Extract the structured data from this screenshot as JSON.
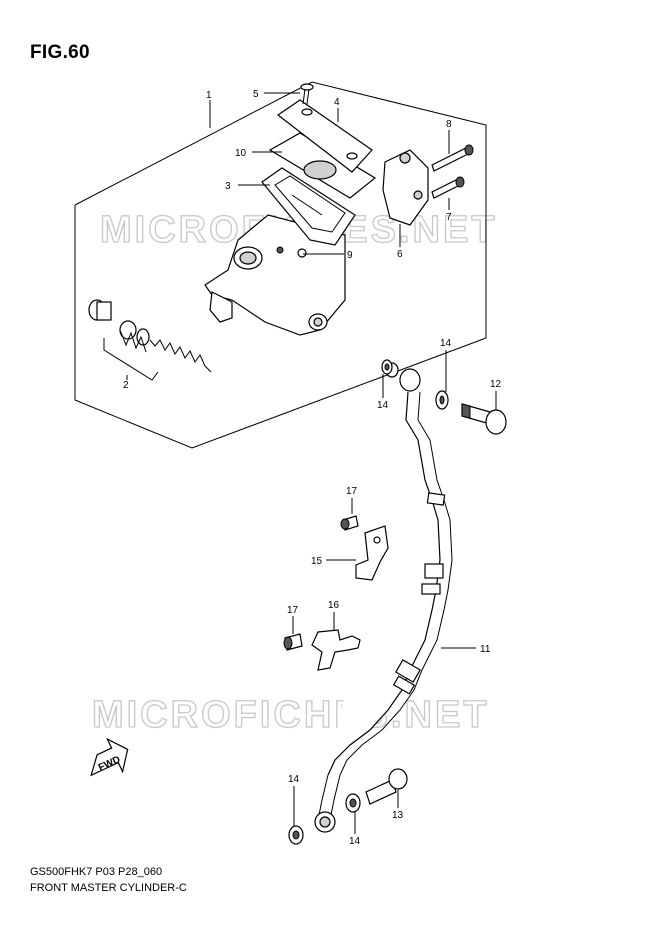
{
  "figure": {
    "title": "FIG.60",
    "diagram_code": "GS500FHK7 P03 P28_060",
    "diagram_name": "FRONT MASTER CYLINDER-C",
    "watermark": "MICROFICHES.NET",
    "fwd_label": "FWD"
  },
  "callouts": [
    {
      "id": "c1",
      "num": "1"
    },
    {
      "id": "c2",
      "num": "2"
    },
    {
      "id": "c3",
      "num": "3"
    },
    {
      "id": "c4",
      "num": "4"
    },
    {
      "id": "c5",
      "num": "5"
    },
    {
      "id": "c6",
      "num": "6"
    },
    {
      "id": "c7",
      "num": "7"
    },
    {
      "id": "c8",
      "num": "8"
    },
    {
      "id": "c9",
      "num": "9"
    },
    {
      "id": "c10",
      "num": "10"
    },
    {
      "id": "c11",
      "num": "11"
    },
    {
      "id": "c12",
      "num": "12"
    },
    {
      "id": "c13",
      "num": "13"
    },
    {
      "id": "c14a",
      "num": "14"
    },
    {
      "id": "c14b",
      "num": "14"
    },
    {
      "id": "c14c",
      "num": "14"
    },
    {
      "id": "c14d",
      "num": "14"
    },
    {
      "id": "c15",
      "num": "15"
    },
    {
      "id": "c16",
      "num": "16"
    },
    {
      "id": "c17a",
      "num": "17"
    },
    {
      "id": "c17b",
      "num": "17"
    }
  ]
}
